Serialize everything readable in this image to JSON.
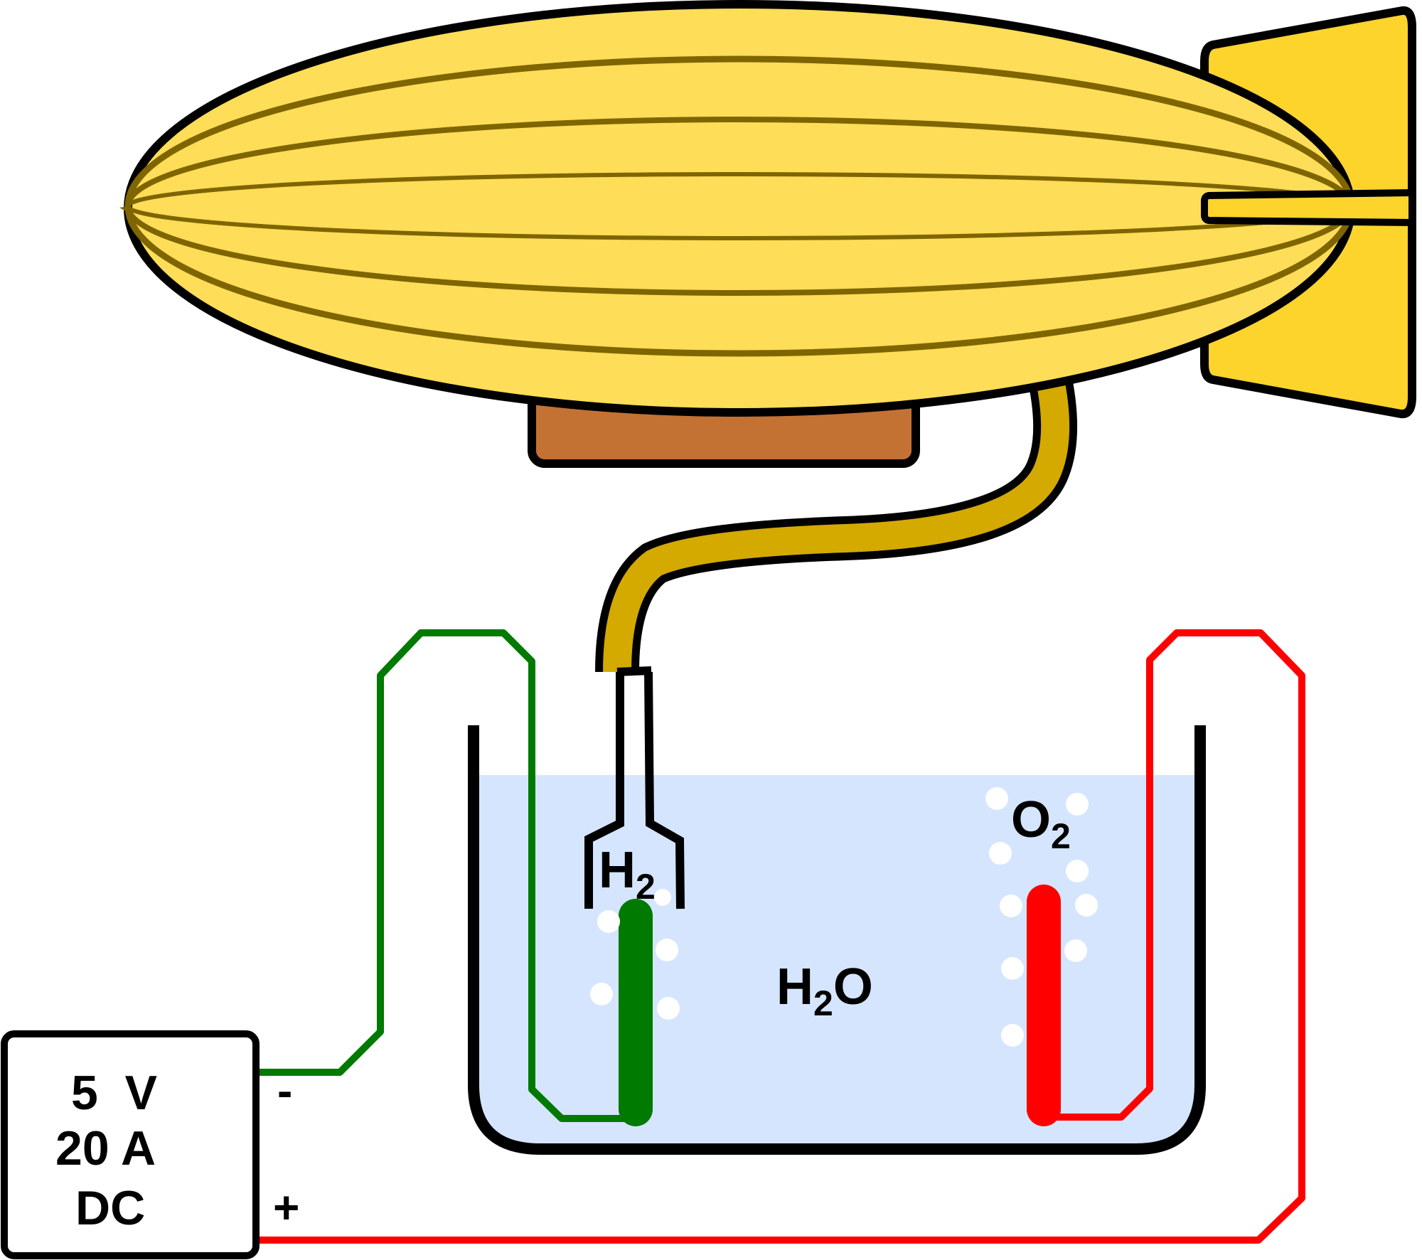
{
  "labels": {
    "hydrogen": {
      "main": "H",
      "sub": "2"
    },
    "oxygen": {
      "main": "O",
      "sub": "2"
    },
    "water": {
      "pre": "H",
      "sub": "2",
      "post": "O"
    }
  },
  "power_supply": {
    "voltage": "5  V",
    "current": "20 A",
    "type": "DC",
    "negative_sign": "-",
    "positive_sign": "+"
  },
  "colors": {
    "balloon_fill": "#FEDD58",
    "balloon_seams": "#7F6500",
    "fin_fill": "#FCD42C",
    "gondola_fill": "#C47134",
    "hose_fill": "#D4A900",
    "water_fill": "#D5E5FD",
    "cathode_wire": "#007A00",
    "anode_wire": "#FF0000",
    "outline": "#000000",
    "bubbles": "#FFFFFF"
  }
}
